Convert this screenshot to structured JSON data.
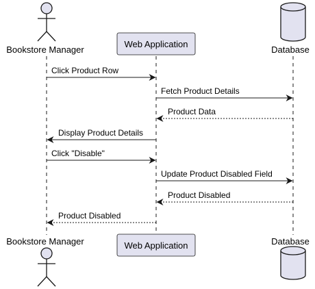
{
  "diagram": {
    "type": "sequence",
    "colors": {
      "participant_fill": "#e2e2f0",
      "participant_stroke": "#181818",
      "line": "#181818",
      "lifeline": "#181818",
      "background": "#ffffff"
    },
    "participants": [
      {
        "id": "manager",
        "label": "Bookstore Manager",
        "kind": "actor"
      },
      {
        "id": "webapp",
        "label": "Web Application",
        "kind": "participant"
      },
      {
        "id": "db",
        "label": "Database",
        "kind": "database"
      }
    ],
    "messages": [
      {
        "from": "manager",
        "to": "webapp",
        "label": "Click Product Row",
        "style": "solid"
      },
      {
        "from": "webapp",
        "to": "db",
        "label": "Fetch Product Details",
        "style": "solid"
      },
      {
        "from": "db",
        "to": "webapp",
        "label": "Product Data",
        "style": "dashed"
      },
      {
        "from": "webapp",
        "to": "manager",
        "label": "Display Product Details",
        "style": "solid"
      },
      {
        "from": "manager",
        "to": "webapp",
        "label": "Click \"Disable\"",
        "style": "solid"
      },
      {
        "from": "webapp",
        "to": "db",
        "label": "Update Product Disabled Field",
        "style": "solid"
      },
      {
        "from": "db",
        "to": "webapp",
        "label": "Product Disabled",
        "style": "dashed"
      },
      {
        "from": "webapp",
        "to": "manager",
        "label": "Product Disabled",
        "style": "dashed"
      }
    ]
  }
}
